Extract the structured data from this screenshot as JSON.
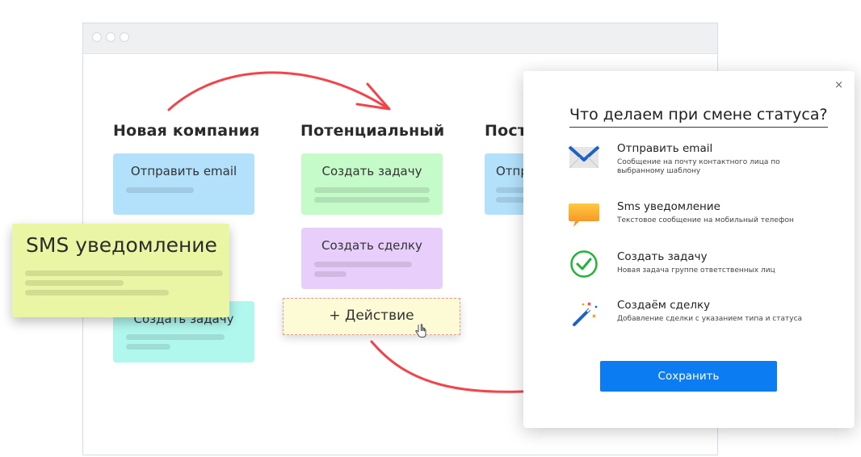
{
  "board": {
    "columns": [
      {
        "title": "Новая компания"
      },
      {
        "title": "Потенциальный"
      },
      {
        "title": "Пост"
      }
    ],
    "cards": {
      "send_email": "Отправить email",
      "create_task_1": "Создать задачу",
      "create_deal": "Создать сделку",
      "send_email_partial": "Отпр",
      "create_task_2": "Создать задачу"
    },
    "dragged_card": "SMS уведомление",
    "add_action": "+ Действие"
  },
  "modal": {
    "close": "×",
    "title": "Что делаем при смене статуса?",
    "options": [
      {
        "icon": "envelope-icon",
        "title": "Отправить email",
        "desc": "Сообщение на почту контактного лица по выбранному шаблону"
      },
      {
        "icon": "chat-bubble-icon",
        "title": "Sms уведомление",
        "desc": "Текстовое сообщение на мобильный телефон"
      },
      {
        "icon": "check-circle-icon",
        "title": "Создать задачу",
        "desc": "Новая задача группе ответственных лиц"
      },
      {
        "icon": "magic-wand-icon",
        "title": "Создаём сделку",
        "desc": "Добавление сделки с указанием типа и статуса"
      }
    ],
    "save_label": "Сохранить"
  },
  "colors": {
    "accent": "#0b7cf2",
    "arrow": "#f0454b",
    "card_blue": "#b3e1fb",
    "card_green": "#c5fbc9",
    "card_purple": "#e8cffb",
    "card_teal": "#b0f7ee",
    "sms_card": "#eaf6a4",
    "action_card": "#fdfbd6"
  }
}
